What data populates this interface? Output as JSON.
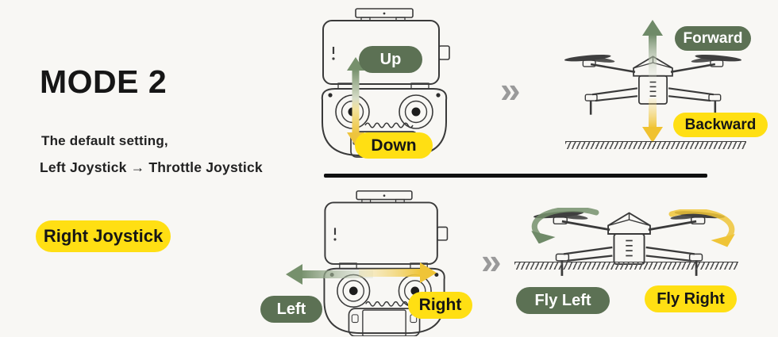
{
  "colors": {
    "background": "#f8f7f4",
    "badge_green": "#5c7154",
    "badge_yellow": "#ffdf13",
    "arrow_green": "#76906c",
    "arrow_yellow": "#eec43d",
    "chevron_gray": "#9a9a9a",
    "text_dark": "#161616",
    "line_art": "#3a3a3a"
  },
  "left_panel": {
    "title": "MODE 2",
    "subtitle_line1": "The default setting,",
    "subtitle_line2": "Left Joystick → Throttle Joystick",
    "badge": "Right Joystick"
  },
  "top_row": {
    "chevron": "»",
    "controller_badges": {
      "up": "Up",
      "down": "Down"
    },
    "drone_badges": {
      "forward": "Forward",
      "backward": "Backward"
    }
  },
  "bottom_row": {
    "chevron": "»",
    "controller_badges": {
      "left": "Left",
      "right": "Right"
    },
    "drone_badges": {
      "fly_left": "Fly Left",
      "fly_right": "Fly Right"
    }
  }
}
